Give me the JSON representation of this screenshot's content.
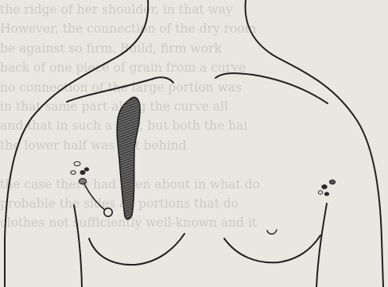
{
  "background_text_lines": [
    "the ridge of her shoulder, in that way",
    "However, the connection of the dry room",
    "be against so firm. Build, firm work",
    "back of one piece of grain from a curve",
    "no connection of the large portion was",
    "in that same part along the curve all",
    "and that in such a way, but both the hai",
    "the lower half was left behind",
    "",
    "the case there had been about in what do",
    "probable the sides all portions that do",
    "clothes not sufficiently well-known and it"
  ],
  "colors": {
    "paper": "#e9e7e2",
    "ink": "#1f1f1f",
    "hatch_fill": "#3a3a3a"
  },
  "figure": {
    "subject": "anterior torso outline with shaded vertical mark on sternum",
    "marks": [
      {
        "name": "sternal-lesion",
        "style": "hatched"
      },
      {
        "name": "right-axilla-lesions",
        "count": 5
      },
      {
        "name": "left-axilla-lesions",
        "count": 4
      },
      {
        "name": "pendant-nodule",
        "count": 1
      }
    ]
  }
}
